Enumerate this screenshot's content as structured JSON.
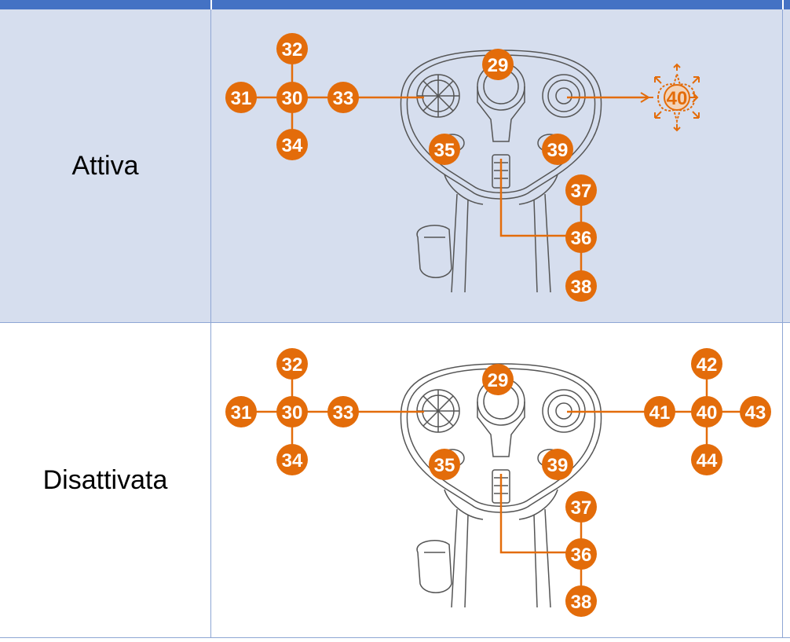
{
  "colors": {
    "header": "#4472c4",
    "active_row_bg": "#d6deee",
    "badge": "#e36c0a",
    "badge_text": "#ffffff",
    "drawing_line": "#555555",
    "grid_line": "#8ea6d4"
  },
  "rows": [
    {
      "label": "Attiva",
      "badges": {
        "b29": "29",
        "b30": "30",
        "b31": "31",
        "b32": "32",
        "b33": "33",
        "b34": "34",
        "b35": "35",
        "b36": "36",
        "b37": "37",
        "b38": "38",
        "b39": "39",
        "b40": "40"
      },
      "right_control_icon": "eight-direction-arrows-icon"
    },
    {
      "label": "Disattivata",
      "badges": {
        "b29": "29",
        "b30": "30",
        "b31": "31",
        "b32": "32",
        "b33": "33",
        "b34": "34",
        "b35": "35",
        "b36": "36",
        "b37": "37",
        "b38": "38",
        "b39": "39",
        "b40": "40",
        "b41": "41",
        "b42": "42",
        "b43": "43",
        "b44": "44"
      }
    }
  ]
}
